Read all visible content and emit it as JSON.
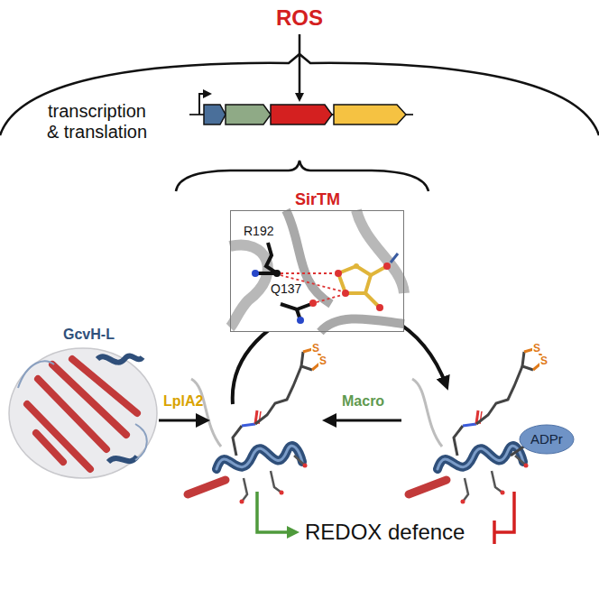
{
  "diagram": {
    "nodes": [
      {
        "text": [
          "SirTM",
          "R192",
          "Q137"
        ]
      },
      {
        "text": [
          "ADPr"
        ]
      }
    ],
    "labels": [
      "ROS",
      "transcription & translation",
      "GcvH-L",
      "LplA2",
      "Macro",
      "REDOX defence",
      "S",
      "S",
      "S",
      "S"
    ]
  }
}
